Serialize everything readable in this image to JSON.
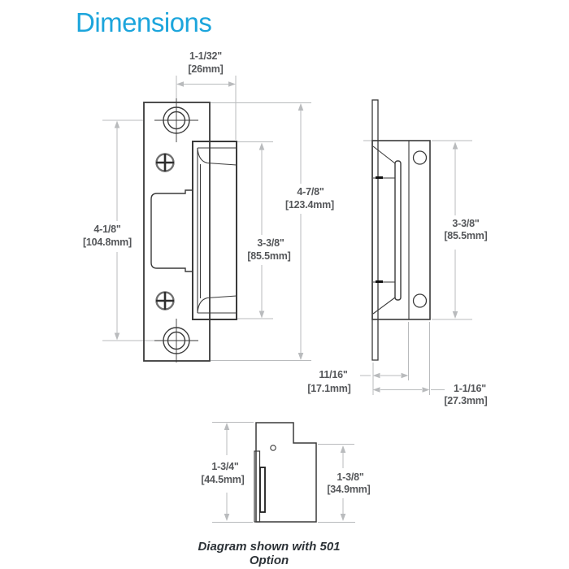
{
  "title": "Dimensions",
  "caption": "Diagram shown with 501 Option",
  "colors": {
    "title_accent": "#1CA5DC",
    "drawing_line": "#3A3A3A",
    "dimension_line": "#B9BBBD",
    "dimension_text": "#55575A",
    "caption_text": "#2D3338",
    "background": "#FFFFFF"
  },
  "dims": {
    "faceplate_width": {
      "in": "1-1/32\"",
      "mm": "[26mm]"
    },
    "hole_spacing": {
      "in": "4-1/8\"",
      "mm": "[104.8mm]"
    },
    "overall_height": {
      "in": "4-7/8\"",
      "mm": "[123.4mm]"
    },
    "keeper_height": {
      "in": "3-3/8\"",
      "mm": "[85.5mm]"
    },
    "side_height": {
      "in": "3-3/8\"",
      "mm": "[85.5mm]"
    },
    "lip_depth": {
      "in": "11/16\"",
      "mm": "[17.1mm]"
    },
    "overall_depth": {
      "in": "1-1/16\"",
      "mm": "[27.3mm]"
    },
    "bottom_overall": {
      "in": "1-3/4\"",
      "mm": "[44.5mm]"
    },
    "bottom_body": {
      "in": "1-3/8\"",
      "mm": "[34.9mm]"
    }
  }
}
